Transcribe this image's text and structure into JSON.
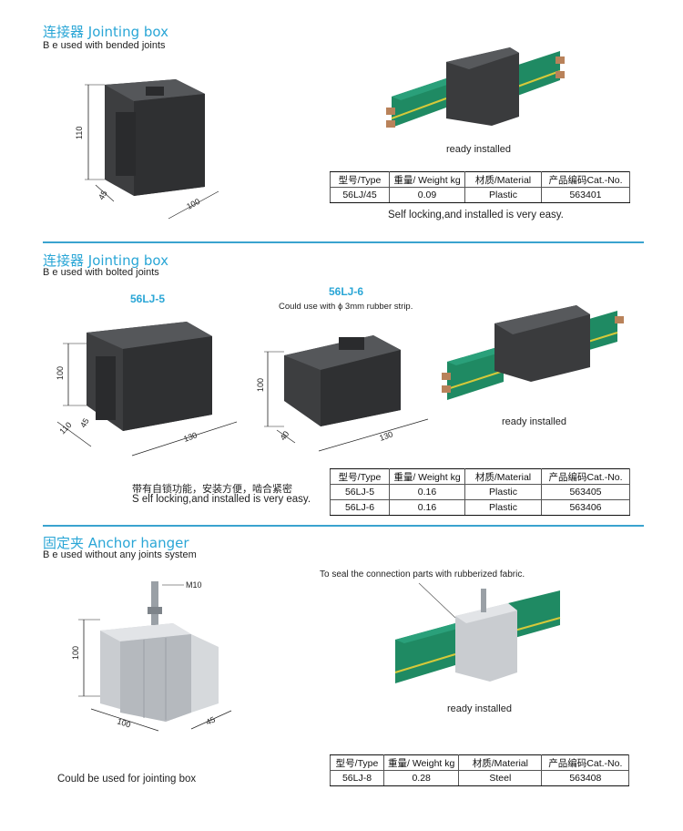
{
  "sections": [
    {
      "title": "连接器 Jointing box",
      "subtitle": "B e used with bended joints",
      "dims": [
        "110",
        "45",
        "100"
      ],
      "installed_caption": "ready installed",
      "note_cn": "",
      "note": "Self locking,and installed is very easy.",
      "table": {
        "headers": [
          "型号/Type",
          "重量/ Weight kg",
          "材质/Material",
          "产品编码Cat.-No."
        ],
        "rows": [
          [
            "56LJ/45",
            "0.09",
            "Plastic",
            "563401"
          ]
        ]
      }
    },
    {
      "title": "连接器 Jointing box",
      "subtitle": "B e used with bolted joints",
      "models": [
        "56LJ-5",
        "56LJ-6"
      ],
      "model6_note": "Could use with ϕ 3mm rubber strip.",
      "dims5": [
        "100",
        "110",
        "45",
        "130"
      ],
      "dims6": [
        "100",
        "40",
        "130"
      ],
      "installed_caption": "ready installed",
      "note_cn": "带有自锁功能，安装方便，啮合紧密",
      "note": "S elf locking,and installed is very easy.",
      "table": {
        "headers": [
          "型号/Type",
          "重量/ Weight kg",
          "材质/Material",
          "产品编码Cat.-No."
        ],
        "rows": [
          [
            "56LJ-5",
            "0.16",
            "Plastic",
            "563405"
          ],
          [
            "56LJ-6",
            "0.16",
            "Plastic",
            "563406"
          ]
        ]
      }
    },
    {
      "title": "固定夹 Anchor hanger",
      "subtitle": "B e used without any  joints system",
      "bolt_label": "M10",
      "dims": [
        "100",
        "100",
        "45"
      ],
      "seal_note": "To seal the connection parts with rubberized fabric.",
      "installed_caption": "ready installed",
      "note": "Could be used for jointing box",
      "table": {
        "headers": [
          "型号/Type",
          "重量/ Weight kg",
          "材质/Material",
          "产品编码Cat.-No."
        ],
        "rows": [
          [
            "56LJ-8",
            "0.28",
            "Steel",
            "563408"
          ]
        ]
      }
    }
  ],
  "colors": {
    "accent": "#2aa6d6",
    "rail": "#1f8a63",
    "rail_stripe": "#d6c93a",
    "box": "#3a3b3d",
    "steel": "#c9ccd0",
    "copper": "#b9825a"
  }
}
